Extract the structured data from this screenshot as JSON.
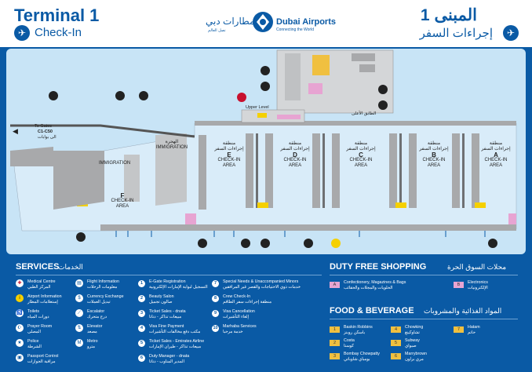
{
  "header": {
    "title_en": "Terminal 1",
    "subtitle_en": "Check-In",
    "title_ar": "المبنى 1",
    "subtitle_ar": "إجراءات السفر",
    "logo_en": "Dubai Airports",
    "logo_en_sub": "Connecting the World",
    "logo_ar": "مطارات دبي",
    "logo_ar_sub": "نصل العالم"
  },
  "map": {
    "gates_label": "To Gates",
    "gates_code": "C1-C50",
    "gates_ar": "الى بوابات",
    "immigration_en": "IMMIGRATION",
    "immigration_ar": "الهجرة",
    "upper_level": "Upper Level",
    "upper_level_ar": "الطابق الأعلى",
    "checkin_area": "CHECK-IN AREA",
    "checkin_ar_region": "منطقة",
    "checkin_ar": "إجراءات السفر",
    "areas": [
      "A",
      "B",
      "C",
      "D",
      "E",
      "F"
    ],
    "colors": {
      "map_bg": "#c8e4f6",
      "building": "#a8a9ab",
      "accent_yellow": "#f5d000",
      "accent_pink": "#e7a4d2",
      "brand_blue": "#0a5aa5"
    }
  },
  "services": {
    "title": "SERVICES",
    "title_ar": "الخدمات",
    "items": [
      {
        "en": "Medical Centre",
        "ar": "المركز الطبي",
        "icon": "medical-icon"
      },
      {
        "en": "Airport Information",
        "ar": "إستعلامات المطار",
        "icon": "info-icon"
      },
      {
        "en": "Toilets",
        "ar": "دورات المياه",
        "icon": "toilets-icon"
      },
      {
        "en": "Prayer Room",
        "ar": "المصلى",
        "icon": "prayer-icon"
      },
      {
        "en": "Police",
        "ar": "الشرطة",
        "icon": "police-icon"
      },
      {
        "en": "Passport Control",
        "ar": "مراقبة الجوازات",
        "icon": "passport-icon"
      },
      {
        "en": "Flight Information",
        "ar": "معلومات الرحلات",
        "icon": "flight-info-icon"
      },
      {
        "en": "Currency Exchange",
        "ar": "تبديل العملات",
        "icon": "currency-icon"
      },
      {
        "en": "Escalator",
        "ar": "درج متحرك",
        "icon": "escalator-icon"
      },
      {
        "en": "Elevator",
        "ar": "مصعد",
        "icon": "elevator-icon"
      },
      {
        "en": "Metro",
        "ar": "مترو",
        "icon": "metro-icon"
      }
    ],
    "numbered": [
      {
        "n": "1",
        "en": "E-Gate Registration",
        "ar": "التسجيل لبوابة الإمارات الإلكترونية"
      },
      {
        "n": "2",
        "en": "Beauty Salon",
        "ar": "صالون تجميل"
      },
      {
        "n": "3",
        "en": "Ticket Sales - dnata",
        "ar": "مبيعات تذاكر - دناتا"
      },
      {
        "n": "4",
        "en": "Visa Fine Payment",
        "ar": "مكتب دفع مخالفات التأشيرات"
      },
      {
        "n": "5",
        "en": "Ticket Sales - Emirates Airline",
        "ar": "مبيعات تذاكر - طيران الإمارات"
      },
      {
        "n": "6",
        "en": "Duty Manager - dnata",
        "ar": "المدير المناوب - دناتا"
      },
      {
        "n": "7",
        "en": "Special Needs & Unaccompanied Minors",
        "ar": "خدمات ذوي الاحتياجات والقصر غير المرافقين"
      },
      {
        "n": "8",
        "en": "Crew Check-In",
        "ar": "منطقة إجراءات سفر الطاقم"
      },
      {
        "n": "9",
        "en": "Visa Cancellation",
        "ar": "إلغاء التأشيرات"
      },
      {
        "n": "10",
        "en": "Marhaba Services",
        "ar": "خدمة مرحبا"
      }
    ]
  },
  "duty_free": {
    "title": "DUTY FREE SHOPPING",
    "title_ar": "محلات السوق الحرة",
    "items": [
      {
        "key": "A",
        "en": "Confectionery, Magazines & Bags",
        "ar": "الحلويات والمجلات والحقائب",
        "color": "#e7a4d2"
      },
      {
        "key": "B",
        "en": "Electronics",
        "ar": "الإلكترونيات",
        "color": "#e7a4d2"
      }
    ]
  },
  "food": {
    "title": "FOOD & BEVERAGE",
    "title_ar": "المواد الغذائية والمشروبات",
    "items": [
      {
        "key": "1",
        "en": "Baskin Robbins",
        "ar": "باسكن روبنز"
      },
      {
        "key": "2",
        "en": "Costa",
        "ar": "كوستا"
      },
      {
        "key": "3",
        "en": "Bombay Chowpatty",
        "ar": "بومباي شاوباتي"
      },
      {
        "key": "4",
        "en": "Chowking",
        "ar": "تشاوكينغ"
      },
      {
        "key": "5",
        "en": "Subway",
        "ar": "صبواي"
      },
      {
        "key": "6",
        "en": "Marrybrown",
        "ar": "مري براون"
      },
      {
        "key": "7",
        "en": "Hatam",
        "ar": "حاتم"
      }
    ],
    "key_color": "#f0c040"
  }
}
